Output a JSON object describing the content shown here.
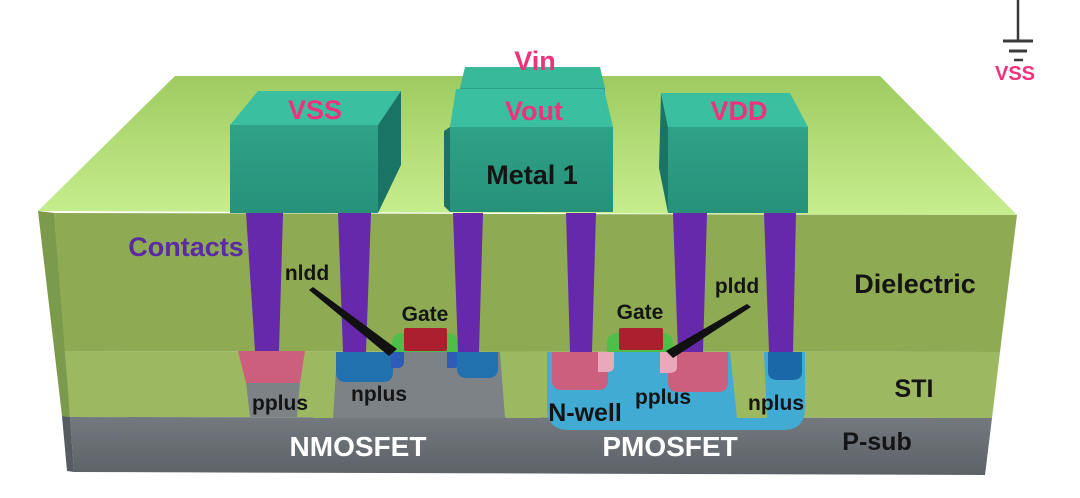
{
  "diagram": {
    "metal_labels": {
      "vin": "Vin",
      "vout": "Vout",
      "vss": "VSS",
      "vdd": "VDD",
      "metal1": "Metal 1"
    },
    "region_labels": {
      "contacts": "Contacts",
      "nldd": "nldd",
      "pldd": "pldd",
      "gate": "Gate",
      "pplus": "pplus",
      "nplus": "nplus",
      "nwell": "N-well",
      "dielectric": "Dielectric",
      "sti": "STI",
      "psub": "P-sub",
      "nmosfet": "NMOSFET",
      "pmosfet": "PMOSFET"
    },
    "ground": {
      "label": "VSS"
    }
  },
  "colors": {
    "pink_label": "#f0327c",
    "purple_label": "#5a2ba2",
    "black_label": "#141414",
    "white_label": "#ffffff",
    "slab_top_back": "#9ecb61",
    "slab_top_front": "#c7ee8e",
    "dielectric": "#8eab54",
    "sti": "#9cb961",
    "psub_top": "#73797e",
    "psub_bottom": "#5c6267",
    "side_sliver_green": "#7c9a4c",
    "side_sliver_gray": "#565c61",
    "metal_top": "#3abfa0",
    "metal_front_top": "#2fa287",
    "metal_front_bottom": "#27917a",
    "metal_side": "#1a7465",
    "vin_bar_top": "#38b999",
    "vin_bar_front": "#2da188",
    "contact": "#6629ac",
    "gate_red": "#ac1f2e",
    "spacer_green": "#4fbe49",
    "pplus": "#cd5f7e",
    "pldd": "#eaa8bc",
    "nplus": "#2171ae",
    "nplus_tap": "#1b68a8",
    "nldd": "#2b5cb8",
    "nwell": "#41abd4",
    "silicon_gray": "#7d8286",
    "arrow": "#111111",
    "ground_symbol": "#3a3a3a"
  }
}
